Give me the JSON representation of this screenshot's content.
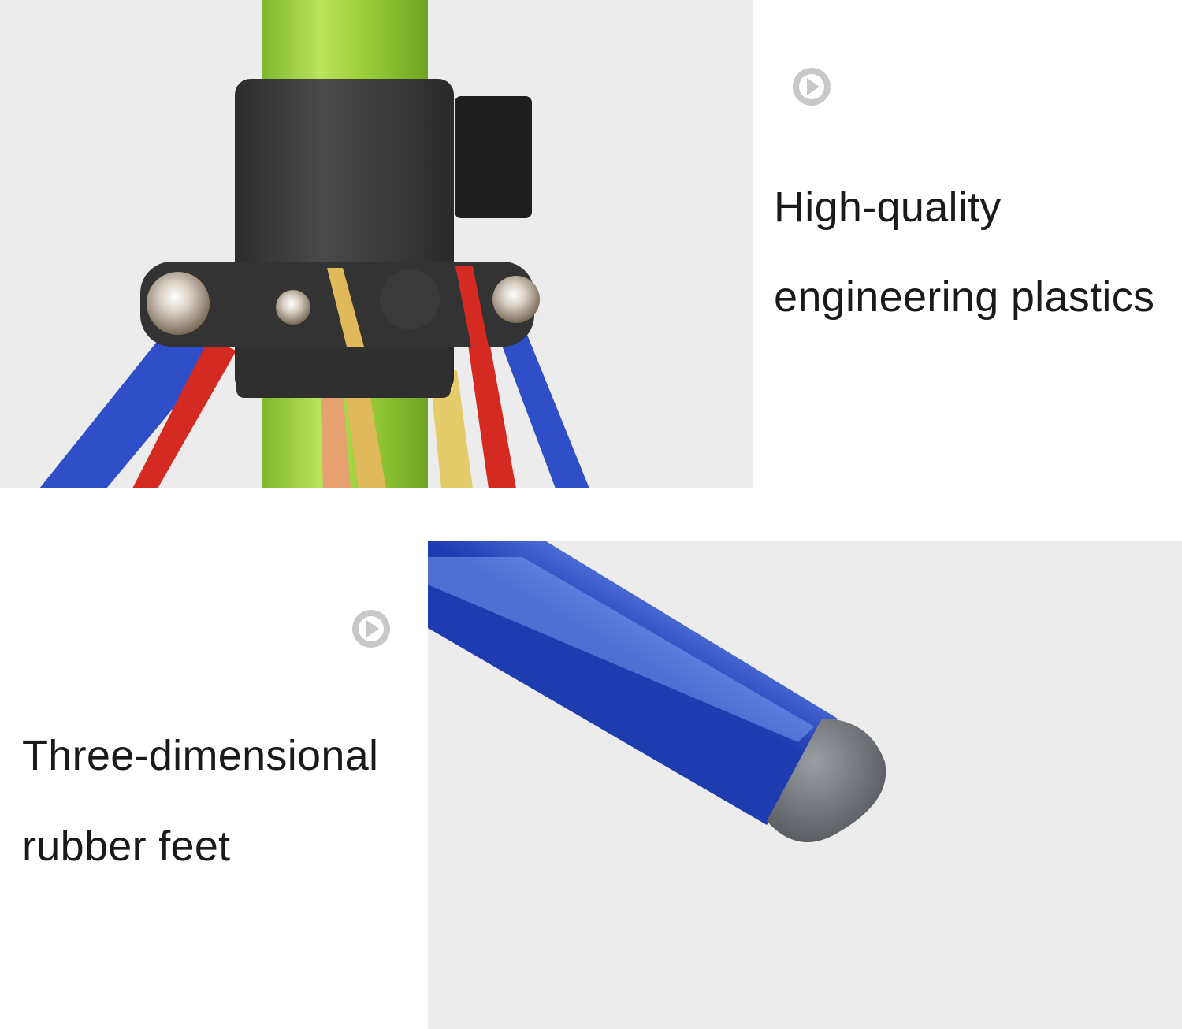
{
  "features": [
    {
      "icon": "play-circle-icon",
      "caption_lines": [
        "High-quality",
        "engineering plastics"
      ],
      "image": "tripod-plastic-hub-closeup"
    },
    {
      "icon": "play-circle-icon",
      "caption_lines": [
        "Three-dimensional",
        "rubber feet"
      ],
      "image": "tripod-leg-rubber-foot-closeup"
    }
  ],
  "colors": {
    "pole_green": "#9bd03a",
    "leg_blue": "#2f4fc8",
    "leg_red": "#d42a22",
    "leg_gold": "#e0b95a",
    "hub_black": "#3a3a3a",
    "foot_gray": "#6f7378",
    "icon_gray": "#c8c8c8",
    "photo_bg": "#ececec"
  }
}
